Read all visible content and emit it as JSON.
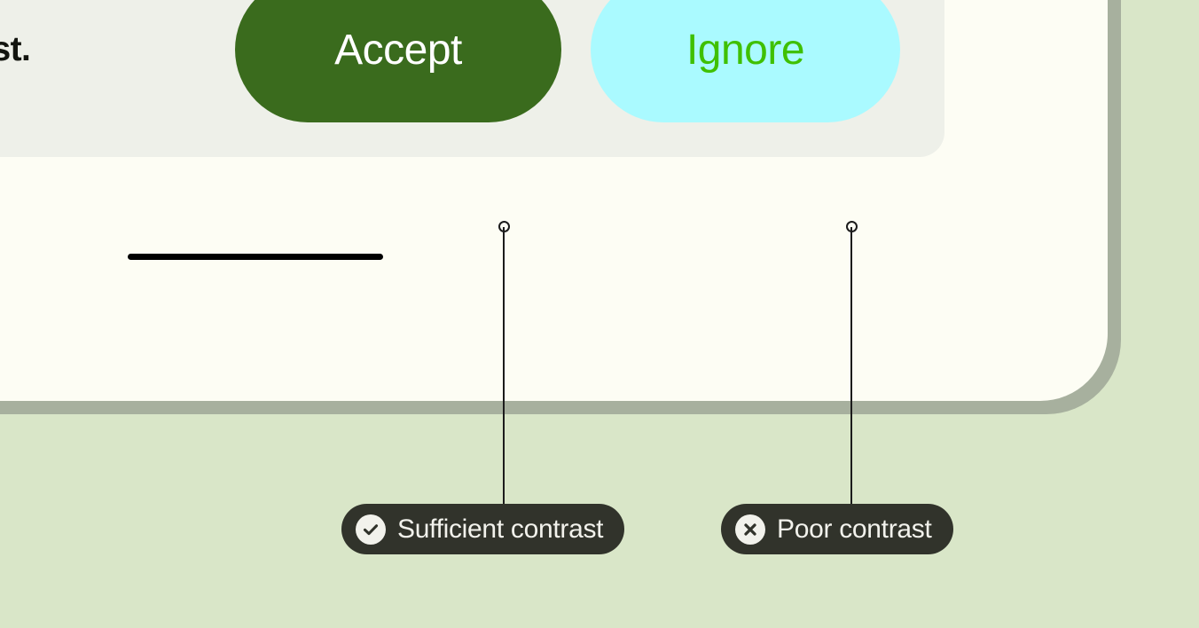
{
  "screen": {
    "message_text": "a request.",
    "cards": [
      {
        "name": "notification-card-top"
      },
      {
        "name": "notification-card-bottom"
      }
    ],
    "actions": [
      {
        "id": "accept",
        "label": "Accept",
        "background": "#3a6b1d",
        "text_color": "#ffffff"
      },
      {
        "id": "ignore",
        "label": "Ignore",
        "background": "#aafaff",
        "text_color": "#3fc000"
      }
    ],
    "home_indicator": {
      "visible": true,
      "color": "#000000"
    }
  },
  "annotations": [
    {
      "id": "sufficient-contrast",
      "label": "Sufficient contrast",
      "icon": "check-circle-icon",
      "target": "accept-button"
    },
    {
      "id": "poor-contrast",
      "label": "Poor contrast",
      "icon": "x-circle-icon",
      "target": "ignore-button"
    }
  ],
  "palette": {
    "page_background": "#d9e6c8",
    "device_frame": "#a7b09e",
    "device_screen": "#fdfdf4",
    "card_background": "#eef0e9",
    "annotation_pill": "#31332b",
    "annotation_text": "#f2f2ec",
    "message_text": "#13150f"
  }
}
